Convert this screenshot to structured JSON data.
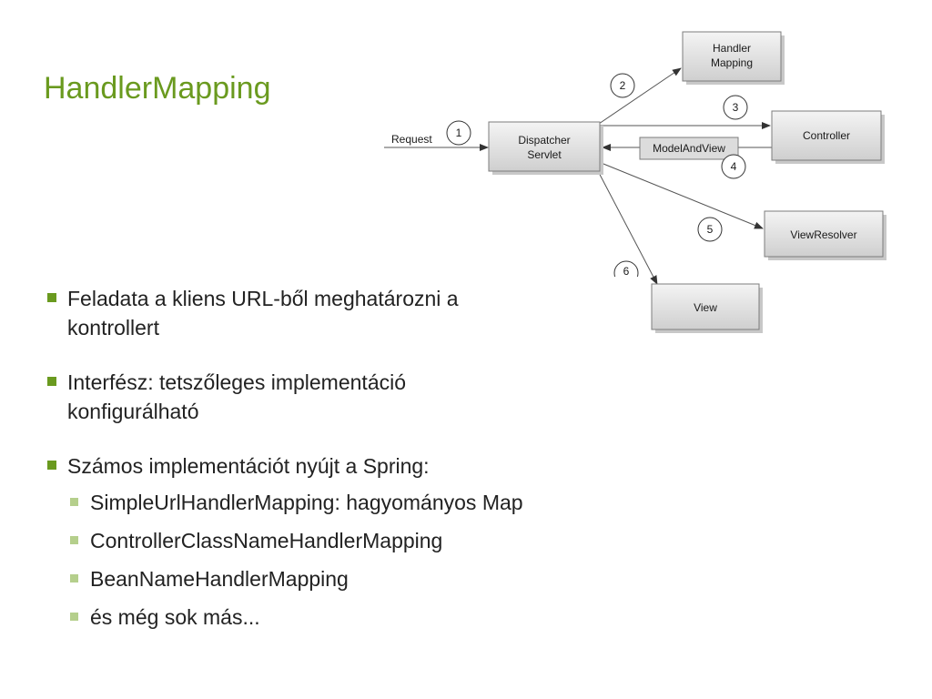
{
  "slide": {
    "title": "HandlerMapping",
    "accent_color": "#6a9a1f",
    "sub_bullet_color": "#b5cf8c"
  },
  "diagram": {
    "request_label": "Request",
    "dispatcher": {
      "line1": "Dispatcher",
      "line2": "Servlet"
    },
    "handler_mapping": {
      "line1": "Handler",
      "line2": "Mapping"
    },
    "controller": "Controller",
    "model_and_view": "ModelAndView",
    "view_resolver": "ViewResolver",
    "view": "View",
    "steps": [
      "1",
      "2",
      "3",
      "4",
      "5",
      "6"
    ]
  },
  "bullets": [
    {
      "line1": "Feladata a kliens URL-ből meghatározni a",
      "line2": "kontrollert"
    },
    {
      "line1": "Interfész: tetszőleges implementáció",
      "line2": "konfigurálható"
    },
    {
      "line1": "Számos implementációt nyújt a Spring:"
    }
  ],
  "sub_bullets": [
    "SimpleUrlHandlerMapping: hagyományos Map",
    "ControllerClassNameHandlerMapping",
    "BeanNameHandlerMapping",
    "és még sok más..."
  ]
}
